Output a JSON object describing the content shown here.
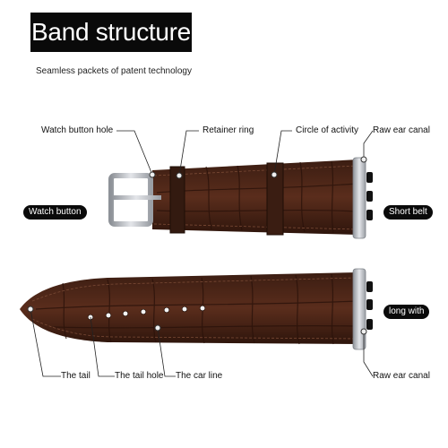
{
  "title": "Band structure",
  "subtitle": "Seamless packets of patent technology",
  "labels": {
    "watch_button_hole": "Watch button hole",
    "retainer_ring": "Retainer ring",
    "circle_of_activity": "Circle of activity",
    "raw_ear_canal_top": "Raw ear canal",
    "watch_button": "Watch button",
    "short_belt": "Short belt",
    "long_with": "long with",
    "the_tail": "The tail",
    "the_tail_hole": "The tail hole",
    "the_car_line": "The car line",
    "raw_ear_canal_bottom": "Raw ear canal"
  },
  "colors": {
    "leather": "#4a2518",
    "leather_dark": "#2e150c",
    "leather_light": "#6a3a26",
    "stitch": "#7a4a35",
    "metal": "#b8bcc2"
  }
}
